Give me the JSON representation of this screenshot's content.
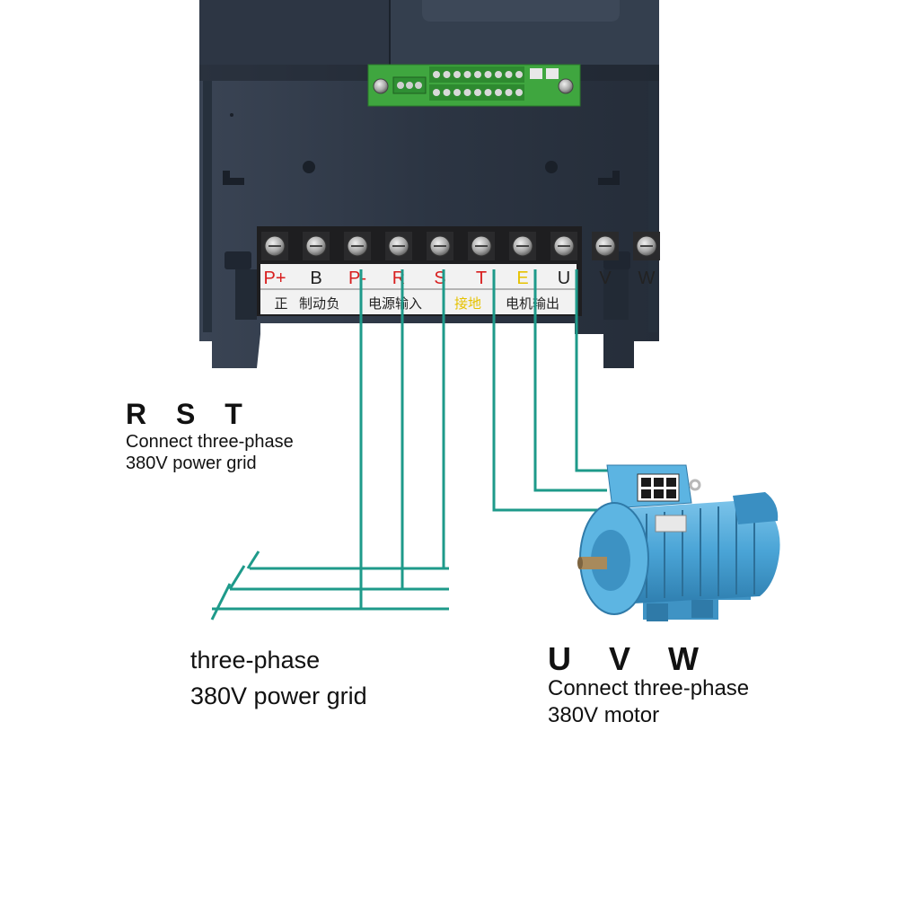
{
  "terminals": [
    {
      "id": "p-plus",
      "code": "P+",
      "code_color": "#d81e1e"
    },
    {
      "id": "b",
      "code": "B",
      "code_color": "#222222"
    },
    {
      "id": "p-minus",
      "code": "P-",
      "code_color": "#d81e1e"
    },
    {
      "id": "r",
      "code": "R",
      "code_color": "#d81e1e"
    },
    {
      "id": "s",
      "code": "S",
      "code_color": "#d81e1e"
    },
    {
      "id": "t",
      "code": "T",
      "code_color": "#d81e1e"
    },
    {
      "id": "e",
      "code": "E",
      "code_color": "#e6c200"
    },
    {
      "id": "u",
      "code": "U",
      "code_color": "#222222"
    },
    {
      "id": "v",
      "code": "V",
      "code_color": "#222222"
    },
    {
      "id": "w",
      "code": "W",
      "code_color": "#222222"
    }
  ],
  "terminal_group_labels": [
    {
      "id": "positive",
      "text": "正"
    },
    {
      "id": "brake",
      "text": "制动"
    },
    {
      "id": "negative",
      "text": "负"
    },
    {
      "id": "power-input",
      "text": "电源输入"
    },
    {
      "id": "earth",
      "text": "接地"
    },
    {
      "id": "motor-output",
      "text": "电机输出"
    }
  ],
  "labels": {
    "rst_title": "R S T",
    "rst_line1": "Connect three-phase",
    "rst_line2": "380V power grid",
    "grid_line1": "three-phase",
    "grid_line2": "380V power grid",
    "uvw_title": "U V W",
    "uvw_line1": "Connect three-phase",
    "uvw_line2": "380V motor"
  },
  "colors": {
    "wire": "#1e9a8a",
    "housing": "#2e3846",
    "pcb": "#3da43d",
    "motor": "#4fa8d8",
    "terminal_label_bg": "#f2f2f2"
  }
}
